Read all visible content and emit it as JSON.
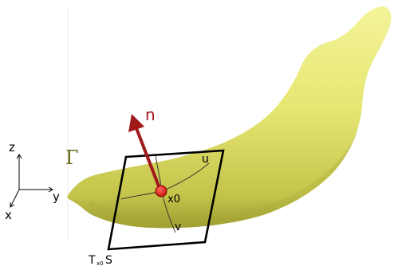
{
  "colors": {
    "surface_fill": "#ecec7a",
    "surface_shade": "#a6a73a",
    "normal_arrow": "#a01818",
    "point": "#e01010",
    "gamma_label": "#6b6a1a",
    "outline": "#000000"
  },
  "labels": {
    "surface": "Γ",
    "normal": "n",
    "point": "x0",
    "curve_u": "u",
    "curve_v": "v",
    "tangent_plane_main": "T",
    "tangent_plane_sub": "x0",
    "tangent_plane_tail": "S"
  },
  "axes": {
    "z": "z",
    "y": "y",
    "x": "x"
  }
}
